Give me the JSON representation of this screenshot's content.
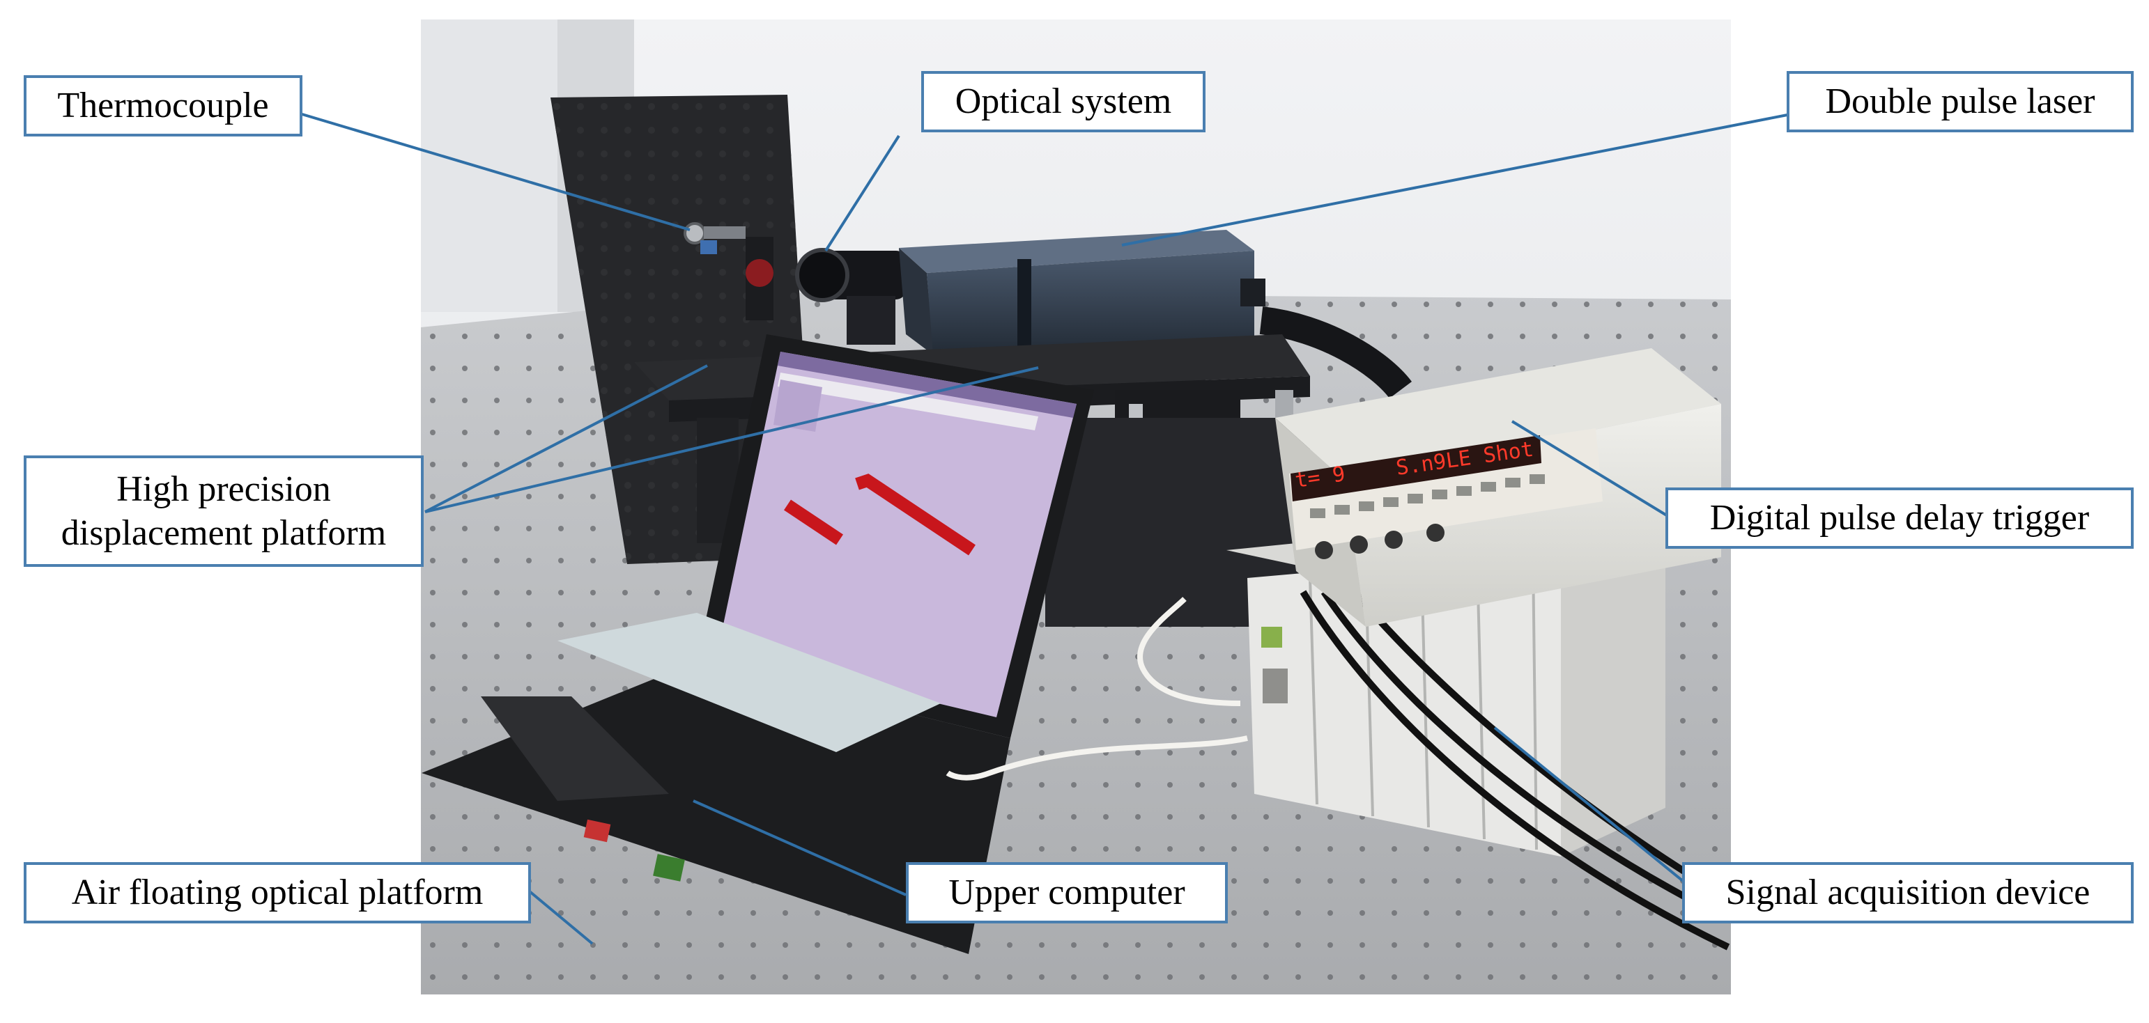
{
  "labels": {
    "thermocouple": "Thermocouple",
    "optical_system": "Optical system",
    "double_pulse_laser": "Double pulse laser",
    "platform_line1": "High precision",
    "platform_line2": "displacement platform",
    "delay_trigger": "Digital pulse delay trigger",
    "air_platform": "Air floating optical platform",
    "upper_computer": "Upper computer",
    "signal_device": "Signal acquisition device"
  },
  "instrument_display": {
    "left_readout": "t= 9",
    "right_readout": "S.n9LE Shot"
  },
  "colors": {
    "leader_line": "#2f6fa6",
    "callout_border": "#4a7fb0",
    "display_red": "#ff3a2a",
    "screen_trace": "#c8161c",
    "screen_background": "#c9b8dc"
  }
}
